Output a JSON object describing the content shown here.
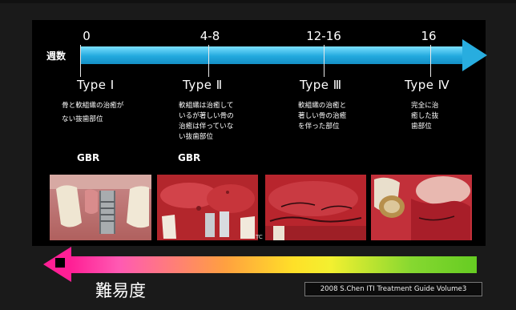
{
  "timeline": {
    "label": "週数",
    "ticks": [
      "0",
      "4-8",
      "12-16",
      "16"
    ]
  },
  "types": [
    {
      "label": "Type Ⅰ",
      "description": [
        "骨と軟組織の治癒が",
        "ない抜歯部位"
      ],
      "procedure": "GBR"
    },
    {
      "label": "Type Ⅱ",
      "description": [
        "軟組織は治癒して",
        "いるが著しい骨の",
        "治癒は伴っていな",
        "い抜歯部位"
      ],
      "procedure": "GBR"
    },
    {
      "label": "Type Ⅲ",
      "description": [
        "軟組織の治癒と",
        "著しい骨の治癒",
        "を伴った部位"
      ],
      "procedure": ""
    },
    {
      "label": "Type Ⅳ",
      "description": [
        "完全に治",
        "癒した抜",
        "歯部位"
      ],
      "procedure": ""
    }
  ],
  "photo_caption": "TC",
  "difficulty": {
    "label": "難易度"
  },
  "citation": "2008   S.Chen ITI Treatment Guide Volume3",
  "colors": {
    "week_arrow": "#22a9de",
    "difficulty_start": "#ff1f95",
    "difficulty_mid": "#ffe028",
    "difficulty_end": "#66cc22"
  },
  "icons": {
    "photos": [
      "implant-photo",
      "gum-surgery-photo",
      "sutured-site-photo",
      "healed-site-photo"
    ]
  }
}
